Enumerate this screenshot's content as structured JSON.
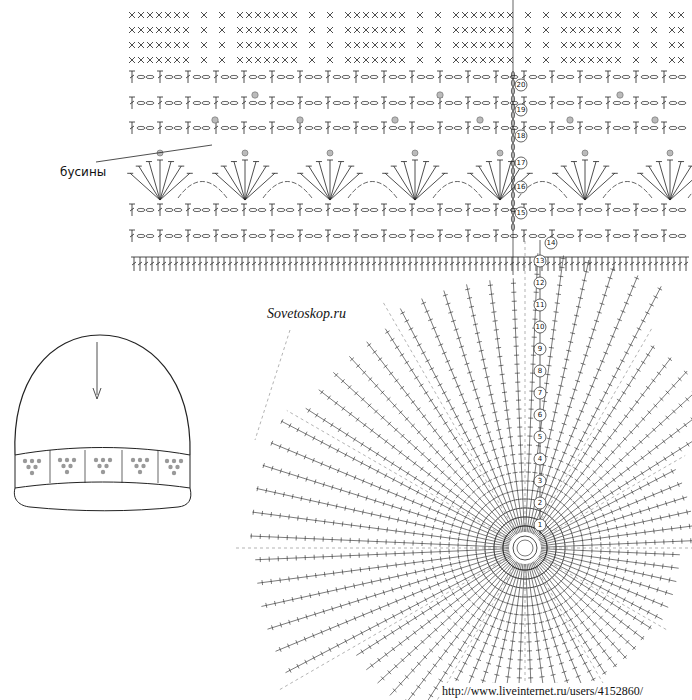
{
  "diagram": {
    "labels": [
      "бусины",
      "Sovetoskop.ru",
      "http://www.liveinternet.ru/users/4152860/",
      "1",
      "2",
      "3",
      "4",
      "5",
      "6",
      "7",
      "8",
      "9",
      "10",
      "11",
      "12",
      "13",
      "14",
      "15",
      "16",
      "17",
      "18",
      "19",
      "20"
    ]
  }
}
